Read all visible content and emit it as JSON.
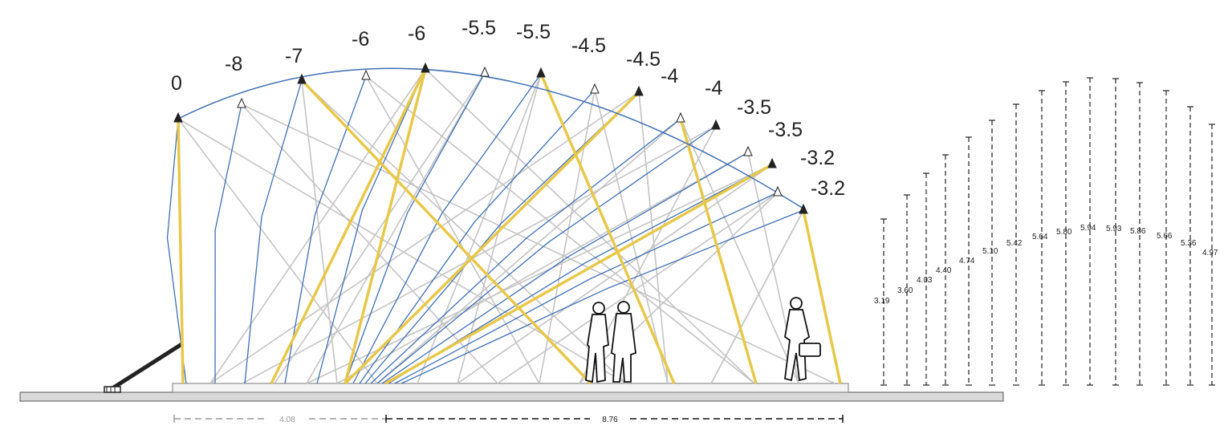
{
  "colors": {
    "arc": "#3f6fb5",
    "blue_member": "#3f6fb5",
    "yellow_member": "#e8c84a",
    "gray_member": "#c4c4c4",
    "ground": "#d9d9d9",
    "ink": "#222222"
  },
  "angle_labels": [
    "0",
    "-8",
    "-7",
    "-6",
    "-6",
    "-5.5",
    "-5.5",
    "-4.5",
    "-4.5",
    "-4",
    "-4",
    "-3.5",
    "-3.5",
    "-3.2",
    "-3.2"
  ],
  "height_labels": [
    "3.19",
    "3.60",
    "4.03",
    "4.40",
    "4.74",
    "5.10",
    "5.42",
    "5.64",
    "5.80",
    "5.94",
    "5.93",
    "5.86",
    "5.66",
    "5.36",
    "4.97"
  ],
  "dimensions": [
    {
      "label": "4.08",
      "tone": "light"
    },
    {
      "label": "8.76",
      "tone": "dark"
    }
  ],
  "icons": [
    "human-figure-icon",
    "human-figure-icon",
    "human-figure-with-bag-icon",
    "anchor-base-icon"
  ]
}
